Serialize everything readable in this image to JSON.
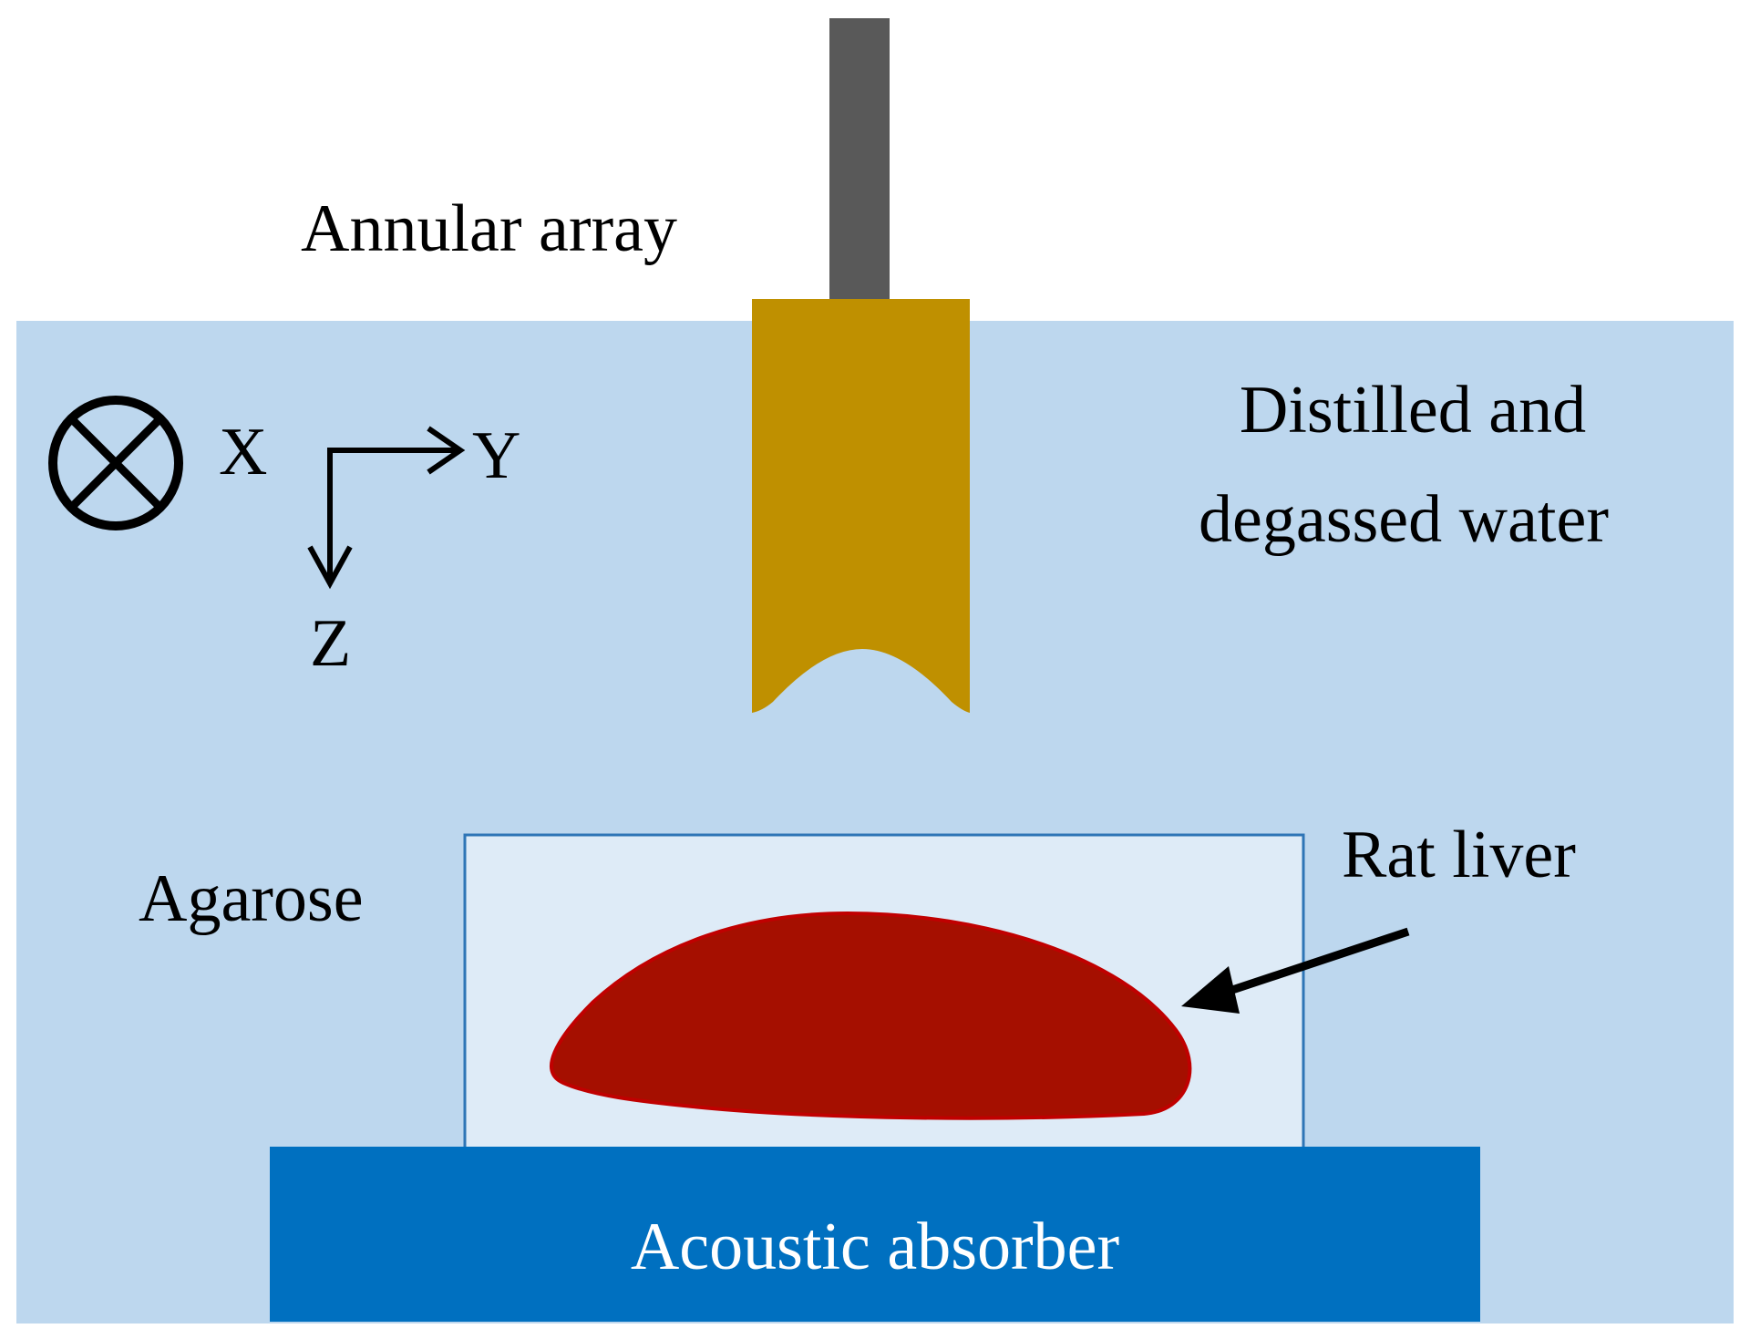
{
  "labels": {
    "annular_array": "Annular array",
    "water_line1": "Distilled and",
    "water_line2": "degassed water",
    "axis_x": "X",
    "axis_y": "Y",
    "axis_z": "Z",
    "agarose": "Agarose",
    "rat_liver": "Rat liver",
    "acoustic_absorber": "Acoustic absorber"
  },
  "colors": {
    "water": "#bdd7ee",
    "agarose": "#deebf7",
    "agarose_border": "#2e75b6",
    "transducer": "#bf9000",
    "rod": "#595959",
    "liver": "#a50f00",
    "liver_edge": "#c00000",
    "absorber": "#0070c0"
  },
  "icons": {
    "axis_into_page": "circle-cross-icon"
  }
}
